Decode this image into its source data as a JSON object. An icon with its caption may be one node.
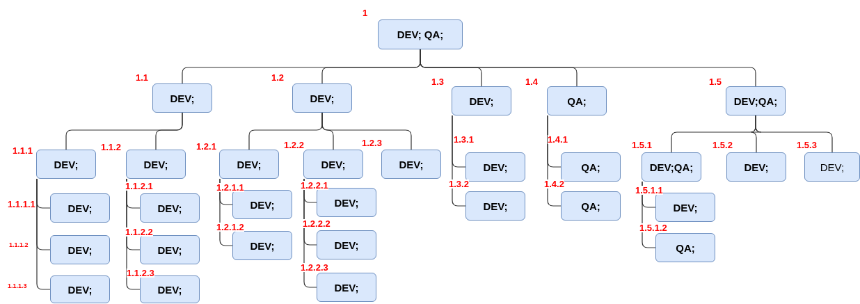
{
  "diagram": {
    "nodes": [
      {
        "text": [
          "DEV; QA;"
        ],
        "beside": [
          "1"
        ]
      },
      {
        "text": [
          "DEV;"
        ],
        "beside": [
          "1.1"
        ]
      },
      {
        "text": [
          "DEV;"
        ],
        "beside": [
          "1.2"
        ]
      },
      {
        "text": [
          "DEV;"
        ],
        "beside": [
          "1.3"
        ]
      },
      {
        "text": [
          "QA;"
        ],
        "beside": [
          "1.4"
        ]
      },
      {
        "text": [
          "DEV;QA;"
        ],
        "beside": [
          "1.5"
        ]
      },
      {
        "text": [
          "DEV;"
        ],
        "beside": [
          "1.1.1"
        ]
      },
      {
        "text": [
          "DEV;"
        ],
        "beside": [
          "1.1.2"
        ]
      },
      {
        "text": [
          "DEV;"
        ],
        "beside": [
          "1.2.1"
        ]
      },
      {
        "text": [
          "DEV;"
        ],
        "beside": [
          "1.2.2"
        ]
      },
      {
        "text": [
          "DEV;"
        ],
        "beside": [
          "1.2.3"
        ]
      },
      {
        "text": [
          "DEV;"
        ],
        "beside": [
          "1.3.1"
        ]
      },
      {
        "text": [
          "DEV;"
        ],
        "beside": [
          "1.3.2"
        ]
      },
      {
        "text": [
          "QA;"
        ],
        "beside": [
          "1.4.1"
        ]
      },
      {
        "text": [
          "QA;"
        ],
        "beside": [
          "1.4.2"
        ]
      },
      {
        "text": [
          "DEV;QA;"
        ],
        "beside": [
          "1.5.1"
        ]
      },
      {
        "text": [
          "DEV;"
        ],
        "beside": [
          "1.5.2"
        ]
      },
      {
        "text": [
          "DEV;"
        ],
        "beside": [
          "1.5.3"
        ]
      },
      {
        "text": [
          "DEV;"
        ],
        "beside": [
          "1.1.1.1"
        ]
      },
      {
        "text": [
          "DEV;"
        ],
        "beside": [
          "1.1.1.2"
        ]
      },
      {
        "text": [
          "DEV;"
        ],
        "beside": [
          "1.1.1.3"
        ]
      },
      {
        "text": [
          "DEV;"
        ],
        "beside": [
          "1.1.2.1"
        ]
      },
      {
        "text": [
          "DEV;"
        ],
        "beside": [
          "1.1.2.2"
        ]
      },
      {
        "text": [
          "DEV;"
        ],
        "beside": [
          "1.1.2.3"
        ]
      },
      {
        "text": [
          "DEV;"
        ],
        "beside": [
          "1.2.1.1"
        ]
      },
      {
        "text": [
          "DEV;"
        ],
        "beside": [
          "1.2.1.2"
        ]
      },
      {
        "text": [
          "DEV;"
        ],
        "beside": [
          "1.2.2.1"
        ]
      },
      {
        "text": [
          "DEV;"
        ],
        "beside": [
          "1.2.2.2"
        ]
      },
      {
        "text": [
          "DEV;"
        ],
        "beside": [
          "1.2.2.3"
        ]
      },
      {
        "text": [
          "DEV;"
        ],
        "beside": [
          "1.5.1.1"
        ]
      },
      {
        "text": [
          "QA;"
        ],
        "beside": [
          "1.5.1.2"
        ]
      }
    ],
    "edges": [
      {
        "from": 0,
        "to": 1,
        "arrow": "none"
      },
      {
        "from": 0,
        "to": 2,
        "arrow": "none"
      },
      {
        "from": 0,
        "to": 3,
        "arrow": "none"
      },
      {
        "from": 0,
        "to": 4,
        "arrow": "none"
      },
      {
        "from": 0,
        "to": 5,
        "arrow": "none"
      },
      {
        "from": 1,
        "to": 6,
        "arrow": "none"
      },
      {
        "from": 1,
        "to": 7,
        "arrow": "none"
      },
      {
        "from": 2,
        "to": 8,
        "arrow": "none"
      },
      {
        "from": 2,
        "to": 9,
        "arrow": "none"
      },
      {
        "from": 2,
        "to": 10,
        "arrow": "none"
      },
      {
        "from": 3,
        "to": 11,
        "arrow": "none"
      },
      {
        "from": 3,
        "to": 12,
        "arrow": "none"
      },
      {
        "from": 4,
        "to": 13,
        "arrow": "none"
      },
      {
        "from": 4,
        "to": 14,
        "arrow": "none"
      },
      {
        "from": 5,
        "to": 15,
        "arrow": "none"
      },
      {
        "from": 5,
        "to": 16,
        "arrow": "none"
      },
      {
        "from": 5,
        "to": 17,
        "arrow": "none"
      },
      {
        "from": 6,
        "to": 18,
        "arrow": "none"
      },
      {
        "from": 6,
        "to": 19,
        "arrow": "none"
      },
      {
        "from": 6,
        "to": 20,
        "arrow": "none"
      },
      {
        "from": 7,
        "to": 21,
        "arrow": "none"
      },
      {
        "from": 7,
        "to": 22,
        "arrow": "none"
      },
      {
        "from": 7,
        "to": 23,
        "arrow": "none"
      },
      {
        "from": 8,
        "to": 24,
        "arrow": "none"
      },
      {
        "from": 8,
        "to": 25,
        "arrow": "none"
      },
      {
        "from": 9,
        "to": 26,
        "arrow": "none"
      },
      {
        "from": 9,
        "to": 27,
        "arrow": "none"
      },
      {
        "from": 9,
        "to": 28,
        "arrow": "none"
      },
      {
        "from": 15,
        "to": 29,
        "arrow": "none"
      },
      {
        "from": 15,
        "to": 30,
        "arrow": "none"
      }
    ]
  }
}
